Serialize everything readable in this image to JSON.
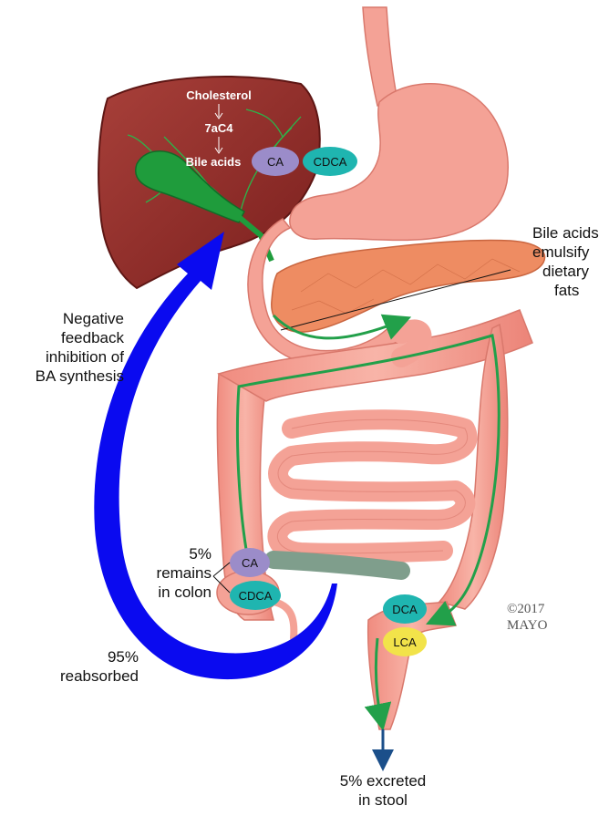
{
  "liver_labels": {
    "cholesterol": "Cholesterol",
    "intermediate": "7aC4",
    "bile_acids": "Bile acids"
  },
  "liver_acids": {
    "ca": "CA",
    "cdca": "CDCA"
  },
  "callout_emulsify": [
    "Bile acids",
    "emulsify",
    "dietary",
    "fats"
  ],
  "feedback_label": [
    "Negative",
    "feedback",
    "inhibition of",
    "BA synthesis"
  ],
  "colon_remains_label": [
    "5%",
    "remains",
    "in colon"
  ],
  "colon_acids": {
    "ca": "CA",
    "cdca": "CDCA"
  },
  "rectum_acids": {
    "dca": "DCA",
    "lca": "LCA"
  },
  "reabsorbed_label": [
    "95%",
    "reabsorbed"
  ],
  "excreted_label": [
    "5% excreted",
    "in stool"
  ],
  "copyright": [
    "©2017",
    "MAYO"
  ],
  "colors": {
    "liver": "#8e2a27",
    "gallbladder": "#1f9c3c",
    "gut": "#f4a296",
    "pancreas": "#ee8c62",
    "reabsorption_arrow": "#0a0af0",
    "flow_arrow": "#22a04a",
    "excretion_arrow": "#1b4f8a",
    "ca_pill": "#9b8cc9",
    "cdca_pill": "#1fb5b0",
    "lca_pill": "#f2e34a"
  }
}
